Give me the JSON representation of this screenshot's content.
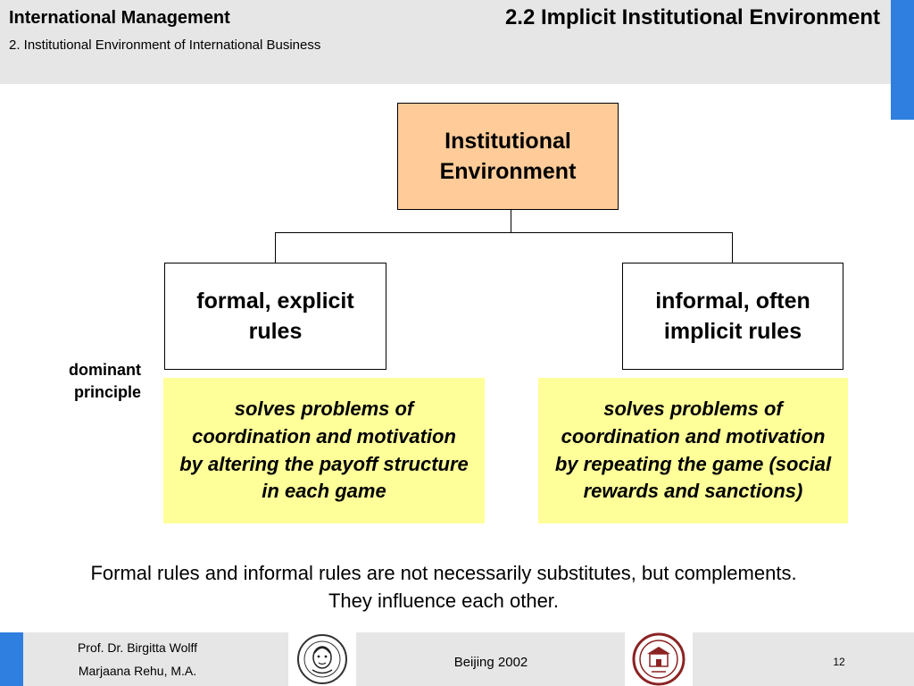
{
  "header": {
    "course_title": "International Management",
    "course_subtitle": "2. Institutional Environment of International Business",
    "slide_title": "2.2 Implicit Institutional Environment"
  },
  "diagram": {
    "root": "Institutional Environment",
    "left_branch": "formal, explicit rules",
    "right_branch": "informal, often implicit rules",
    "principle_label": "dominant principle",
    "left_principle": "solves problems of coordination and motivation by altering the payoff structure in each game",
    "right_principle": "solves problems of coordination and motivation by repeating the game (social rewards and sanctions)"
  },
  "conclusion": {
    "line1": "Formal rules and informal rules are not necessarily substitutes, but complements.",
    "line2": "They influence each other."
  },
  "footer": {
    "author1": "Prof. Dr. Birgitta Wolff",
    "author2": "Marjaana Rehu, M.A.",
    "event": "Beijing 2002",
    "page_number": "12"
  },
  "colors": {
    "accent": "#2f7fe0",
    "root_fill": "#ffcc99",
    "note_fill": "#ffff99",
    "bar_gray": "#e6e6e6"
  },
  "icons": [
    "university-seal-left-icon",
    "beijing-normal-university-seal-icon"
  ]
}
